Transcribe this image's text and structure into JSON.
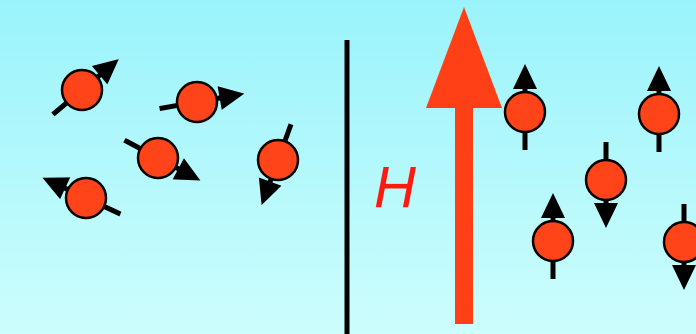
{
  "colors": {
    "background_top": "#9af3fb",
    "background_bottom": "#cdfdfd",
    "particle_fill": "#ff4419",
    "outline": "#000000",
    "field_arrow": "#ff4016",
    "field_label": "#ff1a10",
    "divider": "#000000"
  },
  "field": {
    "label": "H"
  },
  "left_panel": {
    "state": "random-orientation",
    "particles": [
      {
        "name": "spin-left-1",
        "angle_deg": -40
      },
      {
        "name": "spin-left-2",
        "angle_deg": -10
      },
      {
        "name": "spin-left-3",
        "angle_deg": 205
      },
      {
        "name": "spin-left-4",
        "angle_deg": 28
      },
      {
        "name": "spin-left-5",
        "angle_deg": 110
      }
    ]
  },
  "right_panel": {
    "state": "aligned-with-field",
    "particles": [
      {
        "name": "spin-right-1",
        "direction": "up"
      },
      {
        "name": "spin-right-2",
        "direction": "down"
      },
      {
        "name": "spin-right-3",
        "direction": "up"
      },
      {
        "name": "spin-right-4",
        "direction": "up"
      },
      {
        "name": "spin-right-5",
        "direction": "down"
      }
    ]
  }
}
